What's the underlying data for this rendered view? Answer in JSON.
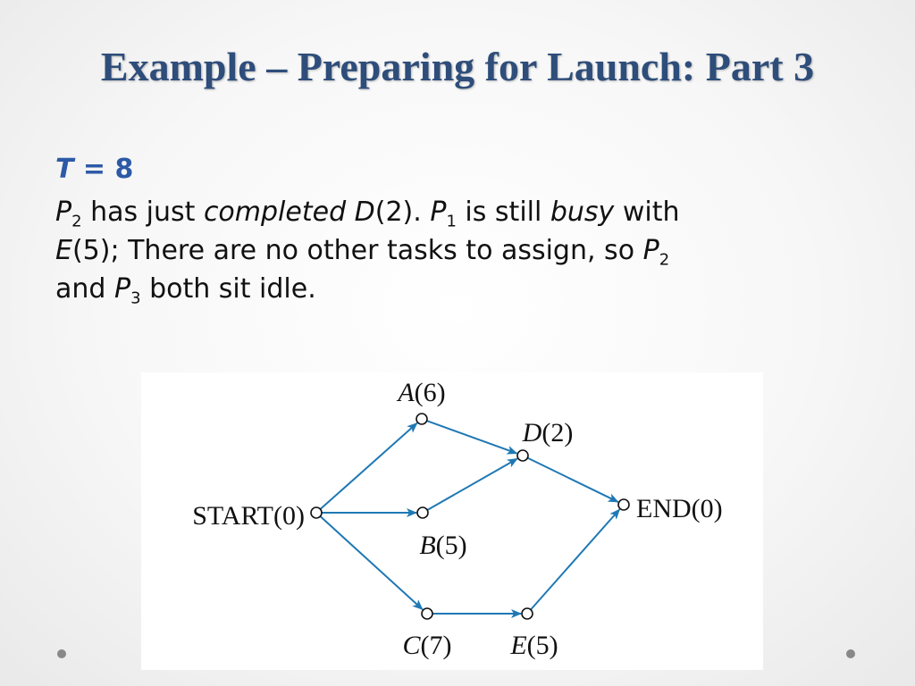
{
  "slide": {
    "title": "Example – Preparing for Launch: Part 3",
    "heading": {
      "var": "T",
      "rest": " = 8"
    },
    "paragraph": {
      "p2_a": "P",
      "p2_a_sub": "2",
      "text1": " has just ",
      "completed": "completed",
      "space1": " ",
      "d_var": "D",
      "d_dur": "(2). ",
      "p1": "P",
      "p1_sub": "1",
      "text2": " is still ",
      "busy": "busy",
      "text3": " with",
      "e_var": "E",
      "text4": "(5); There are no other tasks to assign, so ",
      "p2_b": "P",
      "p2_b_sub": "2",
      "text5": "and ",
      "p3": "P",
      "p3_sub": "3",
      "text6": " both sit idle."
    }
  },
  "diagram": {
    "edge_color": "#1f78b4",
    "nodes": [
      {
        "id": "START",
        "name": "START",
        "dur": "(0)"
      },
      {
        "id": "A",
        "name": "A",
        "dur": "(6)"
      },
      {
        "id": "B",
        "name": "B",
        "dur": "(5)"
      },
      {
        "id": "C",
        "name": "C",
        "dur": "(7)"
      },
      {
        "id": "D",
        "name": "D",
        "dur": "(2)"
      },
      {
        "id": "E",
        "name": "E",
        "dur": "(5)"
      },
      {
        "id": "END",
        "name": "END",
        "dur": "(0)"
      }
    ],
    "edges": [
      [
        "START",
        "A"
      ],
      [
        "START",
        "B"
      ],
      [
        "START",
        "C"
      ],
      [
        "A",
        "D"
      ],
      [
        "B",
        "D"
      ],
      [
        "D",
        "END"
      ],
      [
        "C",
        "E"
      ],
      [
        "E",
        "END"
      ]
    ]
  }
}
